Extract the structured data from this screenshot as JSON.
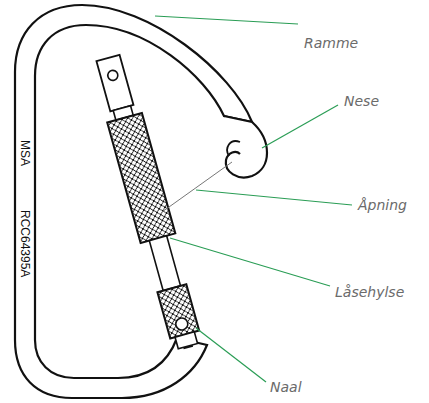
{
  "diagram": {
    "labels": [
      "Ramme",
      "Nese",
      "Åpning",
      "Låsehylse",
      "Naal",
      "MSA",
      "RCC64395A"
    ]
  }
}
